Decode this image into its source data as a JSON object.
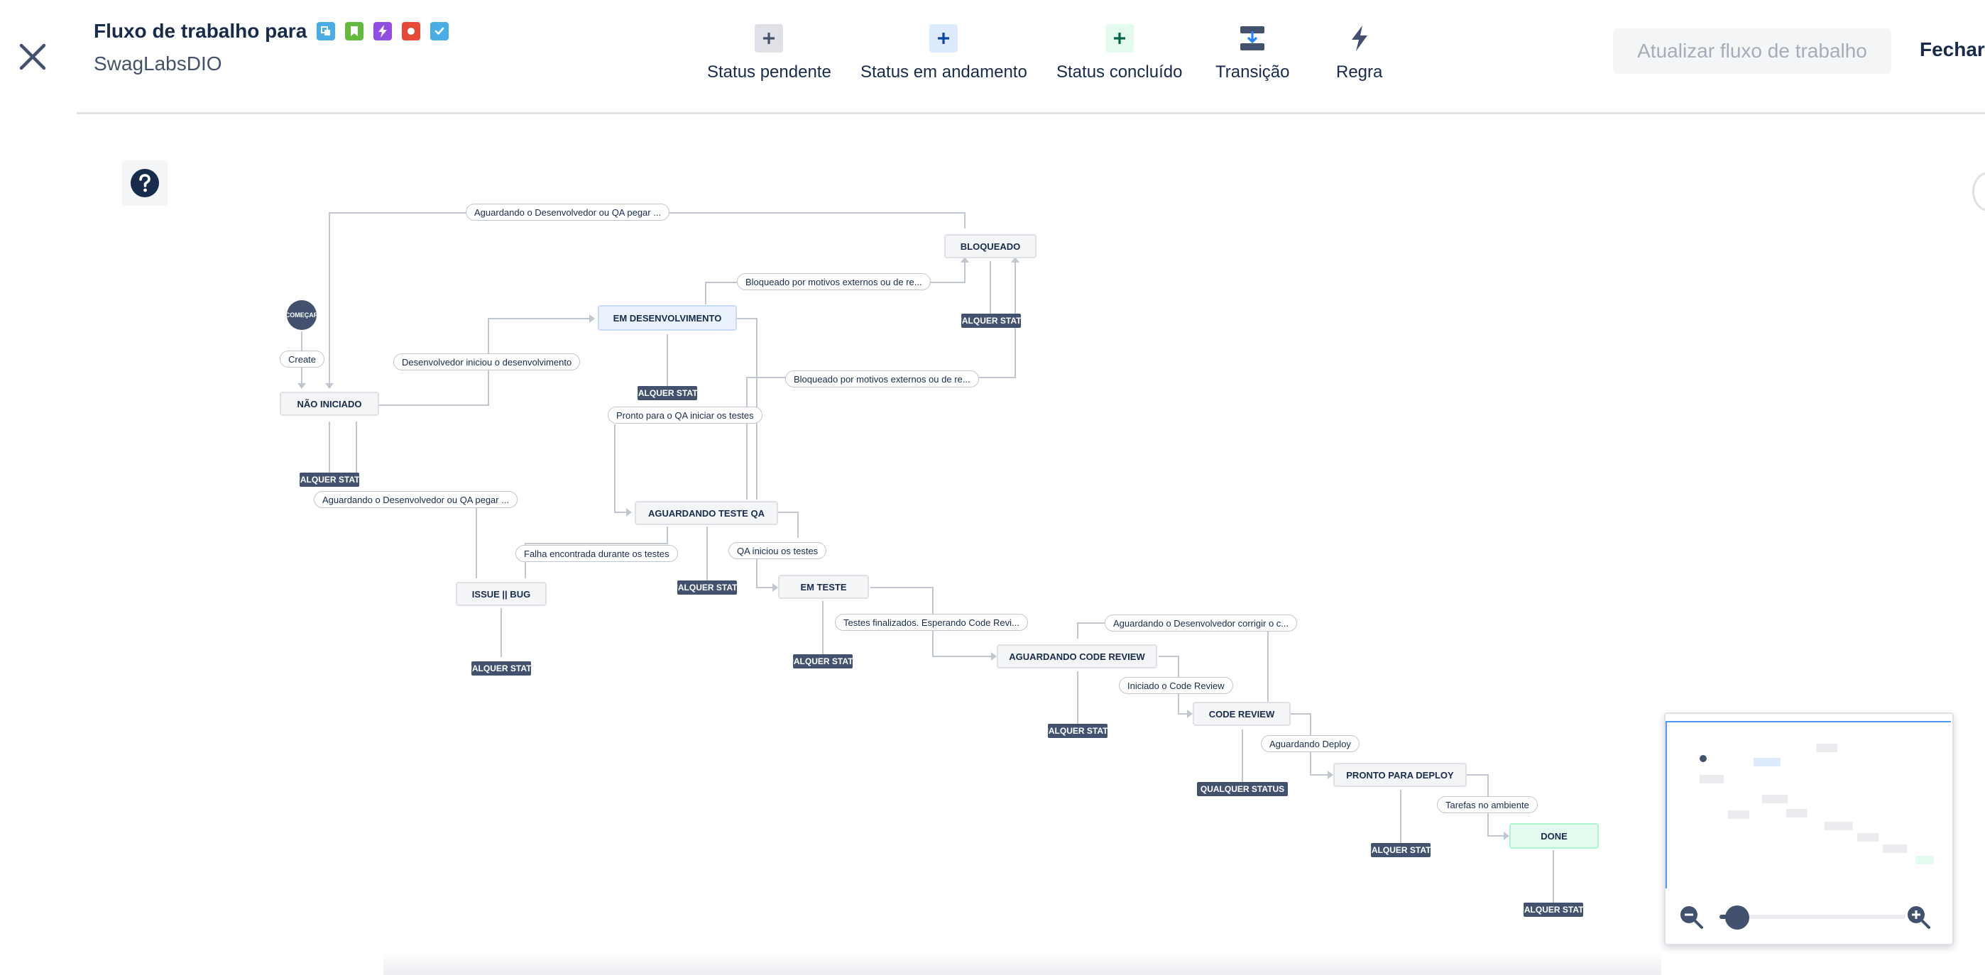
{
  "header": {
    "title": "Fluxo de trabalho para",
    "project": "SwagLabsDIO",
    "issue_types": [
      {
        "name": "subtask-icon",
        "color": "#4bade8"
      },
      {
        "name": "story-icon",
        "color": "#63ba3c"
      },
      {
        "name": "epic-icon",
        "color": "#904ee2"
      },
      {
        "name": "bug-icon",
        "color": "#e5493a"
      },
      {
        "name": "task-icon",
        "color": "#4bade8"
      }
    ]
  },
  "toolbar": {
    "pending_label": "Status pendente",
    "inprogress_label": "Status em andamento",
    "done_label": "Status concluído",
    "transition_label": "Transição",
    "rule_label": "Regra",
    "update_label": "Atualizar fluxo de trabalho",
    "close_label": "Fechar"
  },
  "workflow": {
    "start_label": "COMEÇAR",
    "create_label": "Create",
    "any_status": "QUALQUER STATUS",
    "statuses": {
      "nao_iniciado": "NÃO INICIADO",
      "em_desenvolvimento": "EM DESENVOLVIMENTO",
      "bloqueado": "BLOQUEADO",
      "aguardando_teste_qa": "AGUARDANDO TESTE QA",
      "issue_bug": "ISSUE || BUG",
      "em_teste": "EM TESTE",
      "aguardando_code_review": "AGUARDANDO CODE REVIEW",
      "code_review": "CODE REVIEW",
      "pronto_para_deploy": "PRONTO PARA DEPLOY",
      "done": "DONE"
    },
    "transitions": {
      "aguardando_dev_qa_top": "Aguardando o Desenvolvedor ou QA pegar ...",
      "bloqueado_ext_1": "Bloqueado por motivos externos ou de re...",
      "dev_iniciou": "Desenvolvedor iniciou o desenvolvimento",
      "bloqueado_ext_2": "Bloqueado por motivos externos ou de re...",
      "pronto_qa": "Pronto para o QA iniciar os testes",
      "aguardando_dev_qa_mid": "Aguardando o Desenvolvedor ou QA pegar ...",
      "falha": "Falha encontrada durante os testes",
      "qa_iniciou": "QA iniciou os testes",
      "testes_finalizados": "Testes finalizados. Esperando Code Revi...",
      "aguardando_dev_corrigir": "Aguardando o Desenvolvedor corrigir o c...",
      "iniciado_cr": "Iniciado o Code Review",
      "aguardando_deploy": "Aguardando Deploy",
      "tarefas_ambiente": "Tarefas no ambiente"
    }
  },
  "colors": {
    "text": "#172b4d",
    "badge": "#42526e",
    "inprogress_bg": "#eaf2fd",
    "done_bg": "#e3fcef",
    "line": "#c1c7d0"
  }
}
